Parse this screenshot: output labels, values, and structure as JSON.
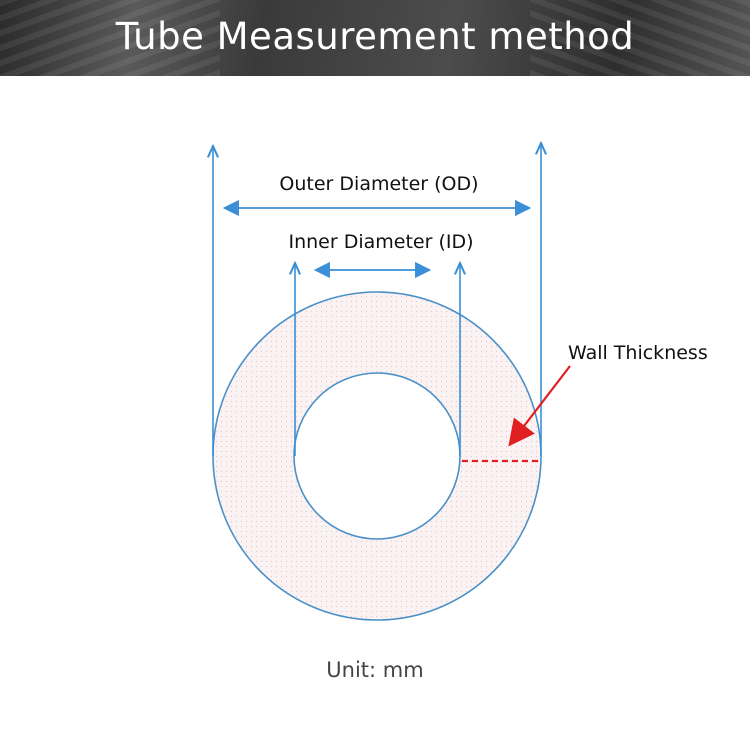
{
  "header": {
    "title": "Tube Measurement method"
  },
  "labels": {
    "outer_diameter": "Outer Diameter (OD)",
    "inner_diameter": "Inner Diameter (ID)",
    "wall_thickness": "Wall Thickness",
    "unit": "Unit: mm"
  },
  "colors": {
    "dimension_line": "#3a8fd6",
    "circle_stroke": "#4a90c8",
    "wall_marker": "#e02020",
    "ring_fill": "#fbf2f2"
  }
}
